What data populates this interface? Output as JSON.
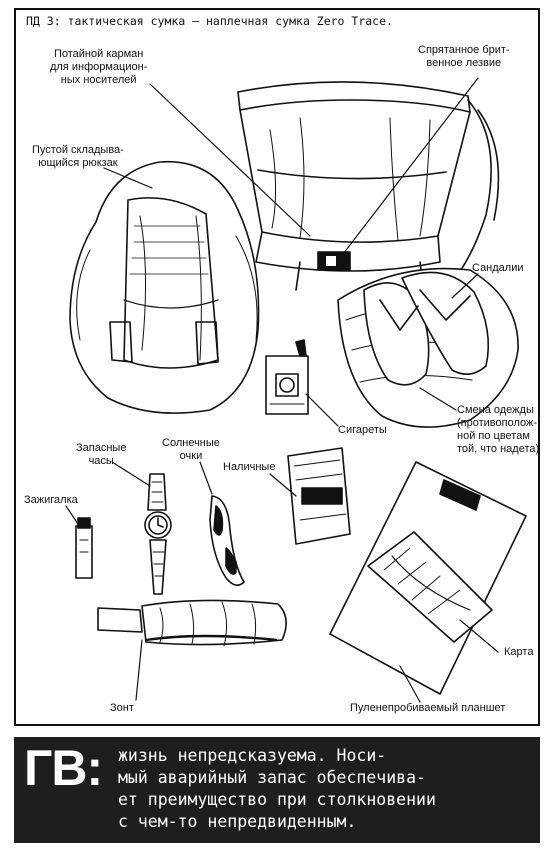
{
  "page": {
    "title": "ПД 3: тактическая сумка — наплечная сумка Zero Trace."
  },
  "labels": {
    "hidden_pocket": "Потайной карман\nдля информацион-\nных носителей",
    "hidden_blade": "Спрятанное брит-\nвенное лезвие",
    "backpack": "Пустой складыва-\nющийся рюкзак",
    "sandals": "Сандалии",
    "cigarettes": "Сигареты",
    "clothes": "Смена одежды\n(противополож-\nной по цветам\nтой, что надета)",
    "spare_watch": "Запасные\nчасы",
    "sunglasses": "Солнечные\nочки",
    "cash": "Наличные",
    "lighter": "Зажигалка",
    "map": "Карта",
    "umbrella": "Зонт",
    "clipboard": "Пуленепробиваемый планшет"
  },
  "footer": {
    "prefix": "ГВ:",
    "text": "жизнь непредсказуема. Носи-\nмый аварийный запас обеспечива-\nет преимущество при столкновении\nс чем-то непредвиденным."
  }
}
